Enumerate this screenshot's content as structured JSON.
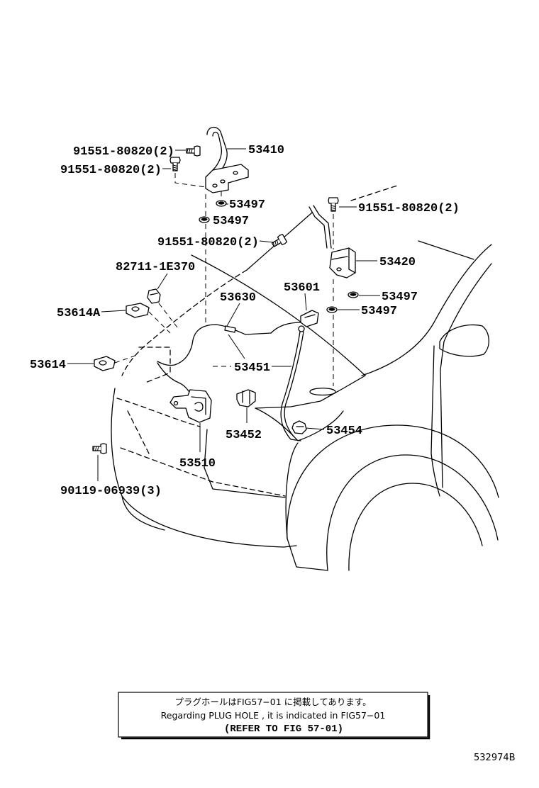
{
  "callouts": {
    "hinge_bolt_upper": "91551-80820(2)",
    "hinge_lh": "53410",
    "hinge_bolt_lower": "91551-80820(2)",
    "cushion_lh_upper": "53497",
    "cushion_lh_lower": "53497",
    "hinge_bolt_rh": "91551-80820(2)",
    "hinge_bolt_mid": "91551-80820(2)",
    "hinge_rh": "53420",
    "clip": "82711-1E370",
    "lever": "53601",
    "cable": "53630",
    "cushion_rh_upper": "53497",
    "clamp_a": "53614A",
    "cushion_rh_lower": "53497",
    "clamp": "53614",
    "support_rod": "53451",
    "rod_holder": "53454",
    "rod_bracket": "53452",
    "lock": "53510",
    "lock_bolt": "90119-06939(3)"
  },
  "note": {
    "line_jp": "プラグホールはFIG57−01 に掲載してあります。",
    "line_en": "Regarding PLUG HOLE , it is indicated in FIG57−01",
    "line_ref": "(REFER TO FIG 57-01)"
  },
  "figure_code": "532974B",
  "colors": {
    "line": "#000000",
    "background": "#ffffff"
  }
}
